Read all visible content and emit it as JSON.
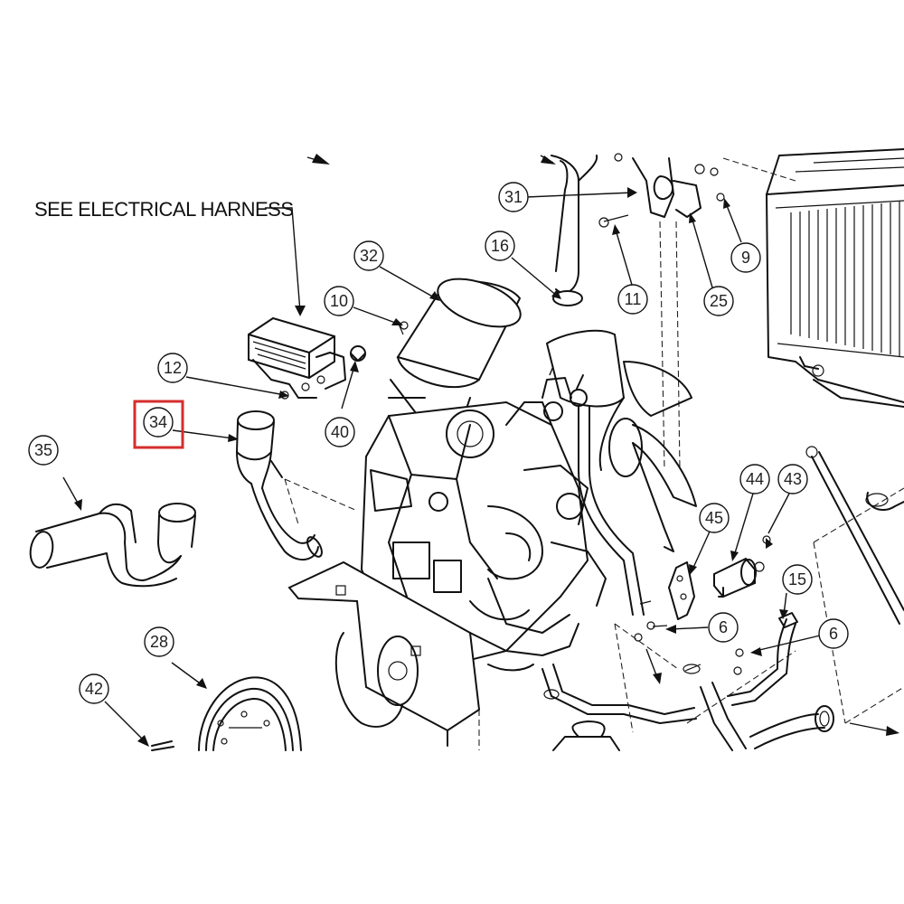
{
  "callout_text": "SEE ELECTRICAL HARNESS",
  "highlight_color": "#d62d2d",
  "highlighted_part": "34",
  "part_numbers": [
    "31",
    "16",
    "32",
    "10",
    "12",
    "40",
    "34",
    "35",
    "11",
    "9",
    "25",
    "44",
    "43",
    "45",
    "15",
    "6",
    "6",
    "28",
    "42"
  ]
}
